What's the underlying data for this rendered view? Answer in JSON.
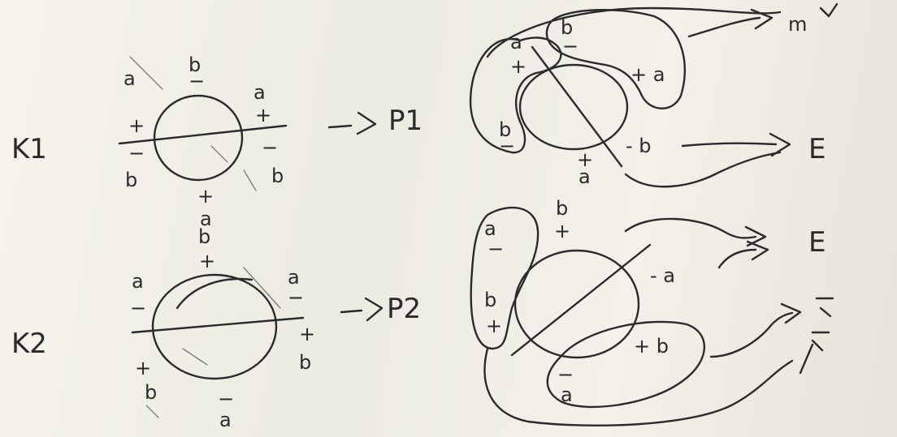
{
  "labels": {
    "k1": "K1",
    "k2": "K2",
    "p1": "P1",
    "p2": "P2",
    "e": "E",
    "m": "m",
    "minus_a": "- a",
    "minus_b": "- b",
    "plus_a": "+ a",
    "plus_b": "+ b",
    "a": "a",
    "b": "b",
    "plus": "+",
    "minus": "−"
  }
}
